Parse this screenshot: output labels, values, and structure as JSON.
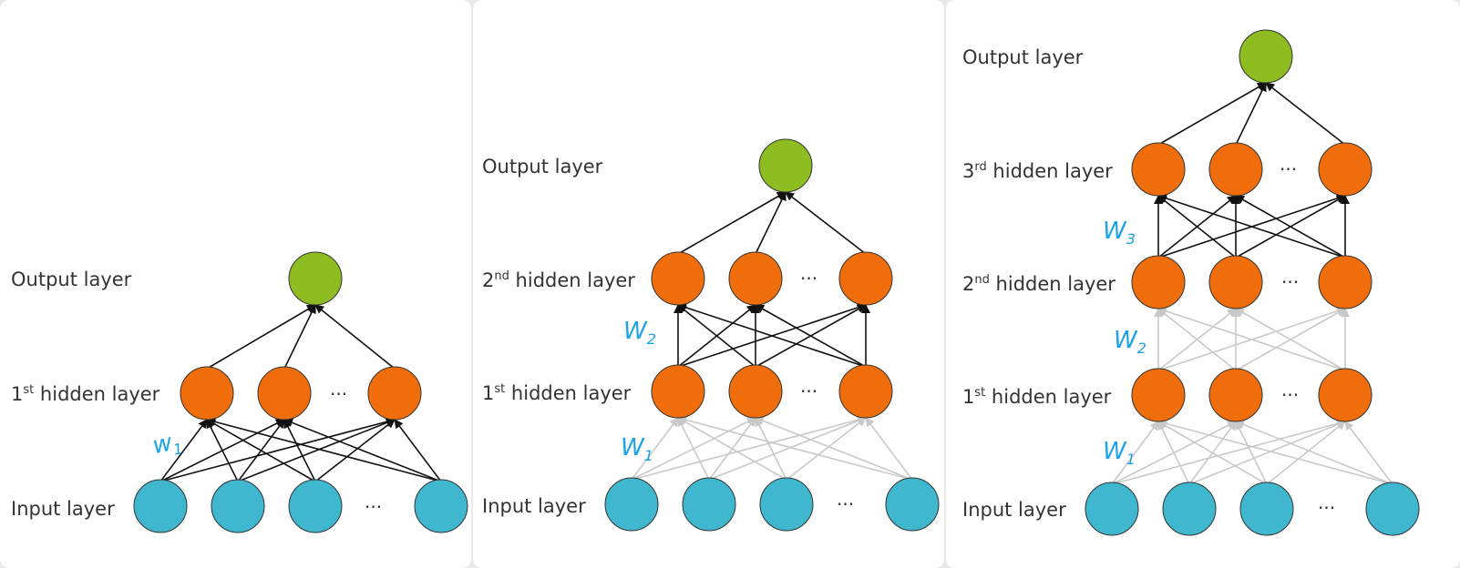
{
  "colors": {
    "input_node": "#3fb8cf",
    "hidden_node": "#ef6e0b",
    "output_node": "#8ebd22",
    "active_edge": "#111111",
    "inactive_edge": "#c9c9c9",
    "annotation": "#1aa3e8"
  },
  "diagrams": [
    {
      "layers": [
        {
          "prefix": "Output layer",
          "sup": "",
          "suffix": "",
          "nodes": 1,
          "ellipsis": false
        },
        {
          "prefix": "1",
          "sup": "st",
          "suffix": " hidden layer",
          "nodes": 3,
          "ellipsis": true
        },
        {
          "prefix": "Input layer",
          "sup": "",
          "suffix": "",
          "nodes": 4,
          "ellipsis": true
        }
      ],
      "ellipsis_text": "···",
      "weights": [
        {
          "text": "w",
          "sub": "1",
          "between": "input-hidden1",
          "active": true
        }
      ],
      "hidden_to_output_active": true
    },
    {
      "layers": [
        {
          "prefix": "Output layer",
          "sup": "",
          "suffix": "",
          "nodes": 1,
          "ellipsis": false
        },
        {
          "prefix": "2",
          "sup": "nd",
          "suffix": " hidden layer",
          "nodes": 3,
          "ellipsis": true
        },
        {
          "prefix": "1",
          "sup": "st",
          "suffix": " hidden layer",
          "nodes": 3,
          "ellipsis": true
        },
        {
          "prefix": "Input layer",
          "sup": "",
          "suffix": "",
          "nodes": 4,
          "ellipsis": true
        }
      ],
      "ellipsis_text": "···",
      "weights": [
        {
          "text": "W",
          "sub": "2",
          "between": "hidden1-hidden2",
          "active": true
        },
        {
          "text": "W",
          "sub": "1",
          "between": "input-hidden1",
          "active": false
        }
      ],
      "hidden_to_output_active": true
    },
    {
      "layers": [
        {
          "prefix": "Output layer",
          "sup": "",
          "suffix": "",
          "nodes": 1,
          "ellipsis": false
        },
        {
          "prefix": "3",
          "sup": "rd",
          "suffix": " hidden layer",
          "nodes": 3,
          "ellipsis": true
        },
        {
          "prefix": "2",
          "sup": "nd",
          "suffix": " hidden layer",
          "nodes": 3,
          "ellipsis": true
        },
        {
          "prefix": "1",
          "sup": "st",
          "suffix": " hidden layer",
          "nodes": 3,
          "ellipsis": true
        },
        {
          "prefix": "Input layer",
          "sup": "",
          "suffix": "",
          "nodes": 4,
          "ellipsis": true
        }
      ],
      "ellipsis_text": "···",
      "weights": [
        {
          "text": "W",
          "sub": "3",
          "between": "hidden2-hidden3",
          "active": true
        },
        {
          "text": "W",
          "sub": "2",
          "between": "hidden1-hidden2",
          "active": false
        },
        {
          "text": "W",
          "sub": "1",
          "between": "input-hidden1",
          "active": false
        }
      ],
      "hidden_to_output_active": true
    }
  ]
}
